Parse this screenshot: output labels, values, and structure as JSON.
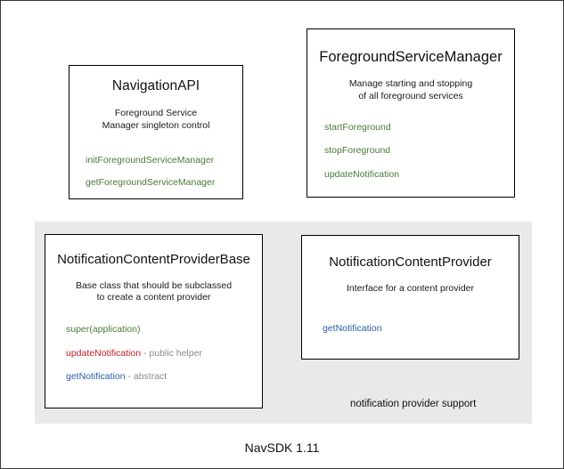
{
  "diagram": {
    "caption": "NavSDK 1.11",
    "group_panel": {
      "label": "notification provider support"
    },
    "boxes": [
      {
        "id": "navigation-api",
        "title": "NavigationAPI",
        "description_lines": [
          "Foreground Service",
          "Manager singleton control"
        ],
        "members": [
          {
            "name": "initForegroundServiceManager",
            "color": "#4a7a3a",
            "note": ""
          },
          {
            "name": "getForegroundServiceManager",
            "color": "#4a7a3a",
            "note": ""
          }
        ]
      },
      {
        "id": "foreground-service-manager",
        "title": "ForegroundServiceManager",
        "description_lines": [
          "Manage starting and stopping",
          "of all foreground services"
        ],
        "members": [
          {
            "name": "startForeground",
            "color": "#4a7a3a",
            "note": ""
          },
          {
            "name": "stopForeground",
            "color": "#4a7a3a",
            "note": ""
          },
          {
            "name": "updateNotification",
            "color": "#4a7a3a",
            "note": ""
          }
        ]
      },
      {
        "id": "notification-content-provider-base",
        "title": "NotificationContentProviderBase",
        "description_lines": [
          "Base class that should be subclassed",
          "to create a content provider"
        ],
        "members": [
          {
            "name": "super(application)",
            "color": "#4a7a3a",
            "note": ""
          },
          {
            "name": "updateNotification",
            "color": "#c22026",
            "note": " - public helper"
          },
          {
            "name": "getNotification",
            "color": "#2a5caa",
            "note": " - abstract"
          }
        ]
      },
      {
        "id": "notification-content-provider",
        "title": "NotificationContentProvider",
        "description_lines": [
          "Interface for a content provider"
        ],
        "members": [
          {
            "name": "getNotification",
            "color": "#2a5caa",
            "note": ""
          }
        ]
      }
    ]
  }
}
